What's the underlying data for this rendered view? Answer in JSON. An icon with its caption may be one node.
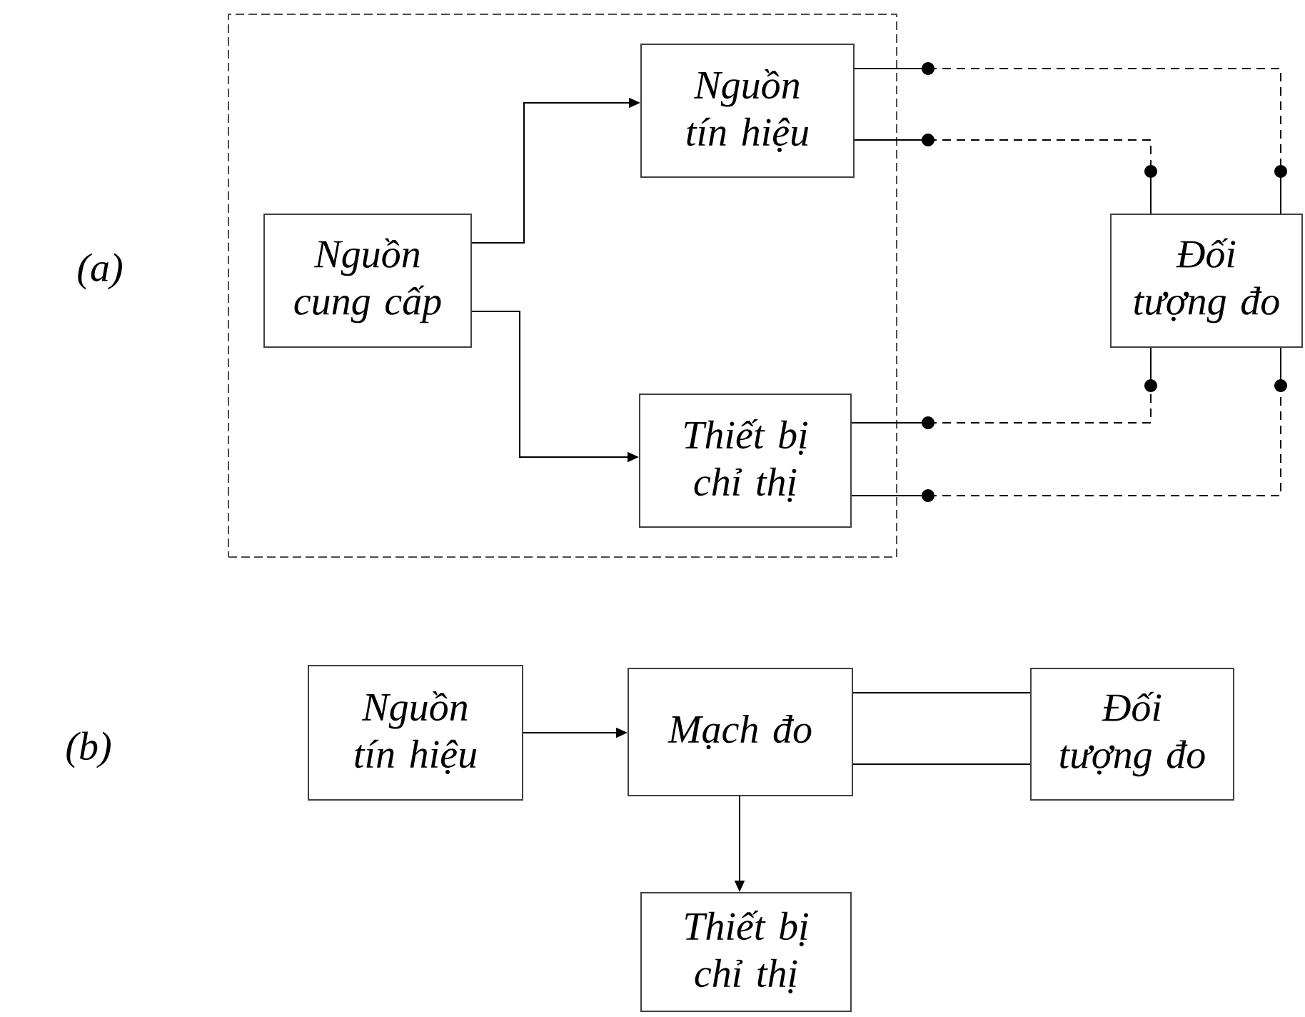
{
  "diagram": {
    "nodes": [
      {
        "text": [],
        "shape": "box"
      },
      {
        "text": [
          "Nguồn tín hiệu"
        ],
        "in": 0
      },
      {
        "text": [
          "Nguồn cung cấp"
        ],
        "in": 0
      },
      {
        "text": [
          "Thiết bị chỉ thị"
        ],
        "in": 0
      },
      {
        "text": [
          "Đối tượng đo"
        ]
      },
      {
        "text": [
          "Nguồn tín hiệu"
        ]
      },
      {
        "text": [
          "Mạch đo"
        ]
      },
      {
        "text": [
          "Đối tượng đo"
        ]
      },
      {
        "text": [
          "Thiết bị chỉ thị"
        ]
      }
    ],
    "edges": [
      {
        "from": 2,
        "to": 1,
        "arrow": "to"
      },
      {
        "from": 2,
        "to": 3,
        "arrow": "to"
      },
      {
        "from": 1,
        "to": 4,
        "arrow": "none",
        "style": "dashed"
      },
      {
        "from": 1,
        "to": 4,
        "arrow": "none",
        "style": "dashed"
      },
      {
        "from": 3,
        "to": 4,
        "arrow": "none",
        "style": "dashed"
      },
      {
        "from": 3,
        "to": 4,
        "arrow": "none",
        "style": "dashed"
      },
      {
        "from": 5,
        "to": 6,
        "arrow": "to"
      },
      {
        "from": 6,
        "to": 7,
        "arrow": "none"
      },
      {
        "from": 6,
        "to": 7,
        "arrow": "none"
      },
      {
        "from": 6,
        "to": 8,
        "arrow": "to"
      }
    ],
    "labels": [
      "(a)",
      "(b)"
    ]
  }
}
